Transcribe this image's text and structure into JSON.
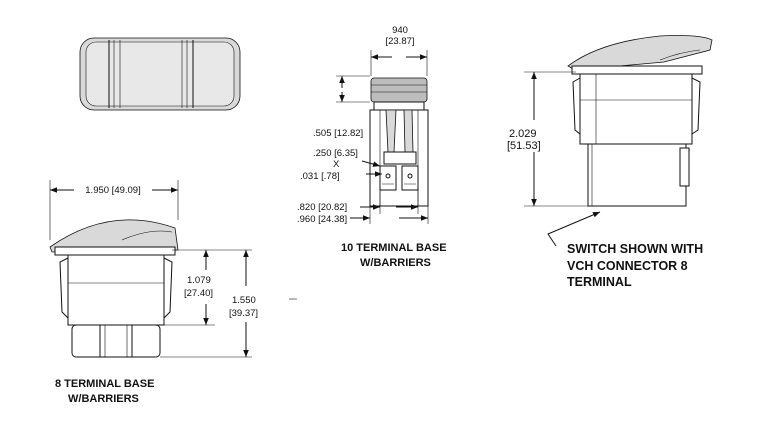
{
  "top_view_dims": {
    "width_label": "940",
    "width_mm": "[23.87]",
    "height_505": ".505 [12.82]",
    "term_250": ".250 [6.35]",
    "term_x": "X",
    "term_031": ".031 [.78]",
    "w_820": ".820 [20.82]",
    "w_960": ".960 [24.38]"
  },
  "front_view_dims": {
    "width": "1.950 [49.09]",
    "h1_in": "1.079",
    "h1_mm": "[27.40]",
    "h2_in": "1.550",
    "h2_mm": "[39.37]"
  },
  "side_view_dims": {
    "h_in": "2.029",
    "h_mm": "[51.53]"
  },
  "captions": {
    "ten_terminal_line1": "10 TERMINAL  BASE",
    "ten_terminal_line2": "W/BARRIERS",
    "eight_terminal_line1": "8 TERMINAL BASE",
    "eight_terminal_line2": "W/BARRIERS",
    "vch_line1": "SWITCH SHOWN WITH",
    "vch_line2": "VCH CONNECTOR  8",
    "vch_line3": "TERMINAL"
  }
}
